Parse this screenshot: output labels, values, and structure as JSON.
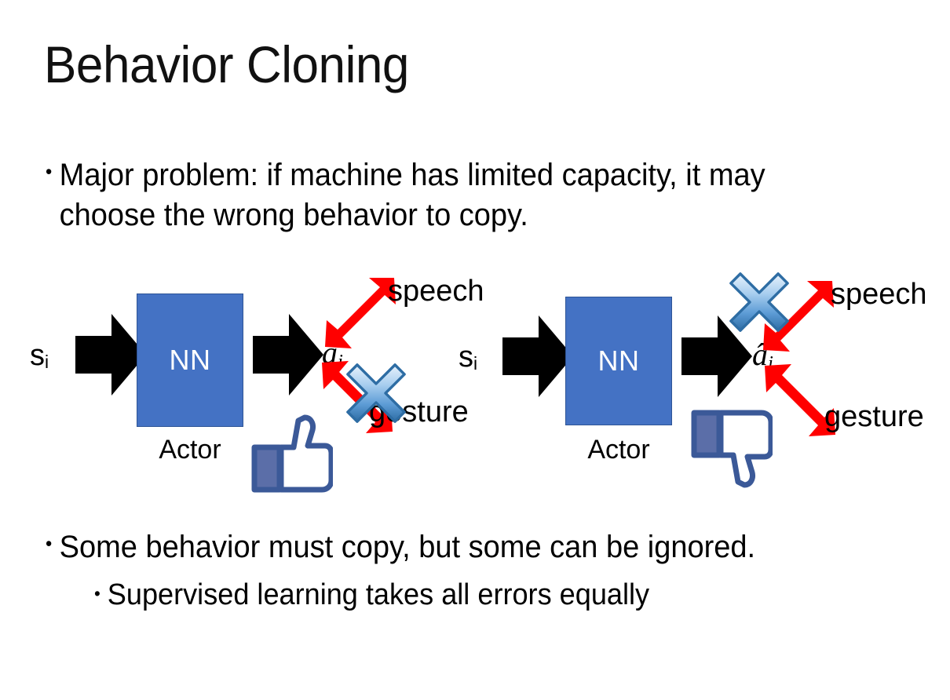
{
  "slide": {
    "title": "Behavior Cloning",
    "background_color": "#FFFFFF"
  },
  "bullets": {
    "top": {
      "marker": "•",
      "text": "Major problem: if machine has limited capacity, it may choose the wrong behavior to copy."
    },
    "bottom": [
      {
        "marker": "•",
        "text": "Some behavior must copy, but some can be ignored.",
        "level": 1
      },
      {
        "marker": "•",
        "text": "Supervised learning takes all errors equally",
        "level": 2
      }
    ]
  },
  "colors": {
    "nn_box_fill": "#4472C4",
    "nn_box_border": "#2E5496",
    "red_arrow": "#FF0000",
    "x_mark_light": "#CFE2F7",
    "x_mark_mid": "#6FA8DC",
    "x_mark_dark": "#2E6DA4",
    "thumb_outline": "#3B5998",
    "thumb_fill": "#FFFFFF",
    "thumb_cuff": "#5B6EA8",
    "black_arrow": "#000000",
    "text": "#000000"
  },
  "diagrams": [
    {
      "id": "left",
      "state_label": "s",
      "state_subscript": "i",
      "nn_label": "NN",
      "actor_label": "Actor",
      "action_label": "a",
      "action_subscript": "i",
      "action_has_hat": true,
      "branches": [
        {
          "name": "speech",
          "direction": "up-right",
          "crossed_out": false
        },
        {
          "name": "gesture",
          "direction": "down-right",
          "crossed_out": true
        }
      ],
      "feedback_icon": "thumbs-up-icon",
      "feedback_sentiment": "positive"
    },
    {
      "id": "right",
      "state_label": "s",
      "state_subscript": "i",
      "nn_label": "NN",
      "actor_label": "Actor",
      "action_label": "a",
      "action_subscript": "i",
      "action_has_hat": true,
      "branches": [
        {
          "name": "speech",
          "direction": "up-right",
          "crossed_out": true
        },
        {
          "name": "gesture",
          "direction": "down-right",
          "crossed_out": false
        }
      ],
      "feedback_icon": "thumbs-down-icon",
      "feedback_sentiment": "negative"
    }
  ]
}
